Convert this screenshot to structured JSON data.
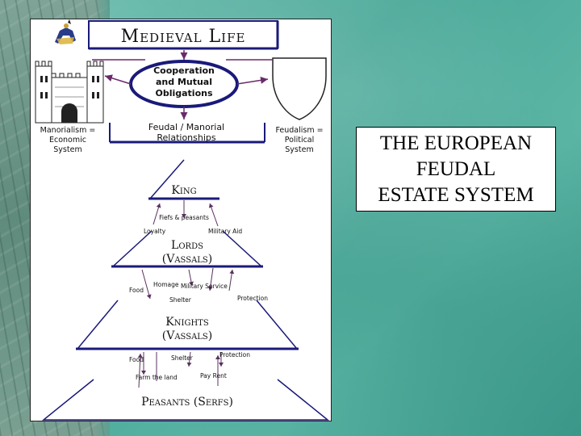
{
  "slide": {
    "caption": "THE EUROPEAN\nFEUDAL\nESTATE SYSTEM"
  },
  "diagram": {
    "title": "Medieval Life",
    "center_oval": [
      "Cooperation",
      "and Mutual",
      "Obligations"
    ],
    "left_label": [
      "Manorialism =",
      "Economic",
      "System"
    ],
    "right_label": [
      "Feudalism =",
      "Political",
      "System"
    ],
    "relationships_box": [
      "Feudal / Manorial",
      "Relationships"
    ],
    "tiers": {
      "king": "King",
      "lords": [
        "Lords",
        "(Vassals)"
      ],
      "knights": [
        "Knights",
        "(Vassals)"
      ],
      "peasants": "Peasants (Serfs)"
    },
    "obligations": {
      "fiefs_peasants": "Fiefs & peasants",
      "loyalty": "Loyalty",
      "military_aid": "Military Aid",
      "homage": "Homage",
      "military_service": "Military Service",
      "food_1": "Food",
      "protection_1": "Protection",
      "shelter_1": "Shelter",
      "food_2": "Food",
      "shelter_2": "Shelter",
      "protection_2": "Protection",
      "farm_land": "Farm the land",
      "pay_rent": "Pay Rent"
    }
  },
  "colors": {
    "primary_blue": "#1a1a7a",
    "arrow_purple": "#6a2a6a",
    "background_teal": "#4aa898"
  }
}
